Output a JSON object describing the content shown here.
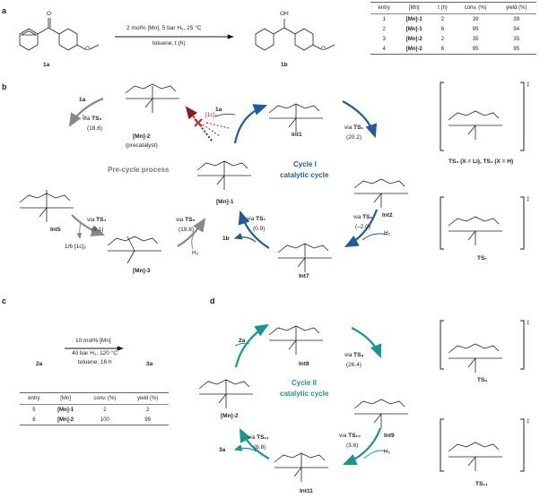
{
  "panel_a": {
    "label": "a",
    "reactant": {
      "label": "1a",
      "carbonyl": "O",
      "methoxy": "O"
    },
    "product": {
      "label": "1b",
      "hydroxyl": "OH",
      "methoxy": "O"
    },
    "conditions_top": "2 mol% [Mn], 5 bar H₂, 25 °C",
    "conditions_bottom": "toluene, t (h)",
    "table": {
      "headers": [
        "entry",
        "[Mn]",
        "t (h)",
        "conv. (%)",
        "yield (%)"
      ],
      "rows": [
        [
          "1",
          "[Mn]-1",
          "2",
          "39",
          "39"
        ],
        [
          "2",
          "[Mn]-1",
          "6",
          "95",
          "94"
        ],
        [
          "3",
          "[Mn]-2",
          "2",
          "35",
          "35"
        ],
        [
          "4",
          "[Mn]-2",
          "6",
          "95",
          "95"
        ]
      ]
    }
  },
  "panel_b": {
    "label": "b",
    "precycle_title": "Pre-cycle process",
    "cycle_title_1": "Cycle I",
    "cycle_title_2": "catalytic cycle",
    "species": {
      "mn2": "[Mn]-2",
      "mn2_note": "(precatalyst)",
      "int5": "Int5",
      "mn3": "[Mn]-3",
      "mn1": "[Mn]-1",
      "int1": "Int1",
      "int2": "Int2",
      "int7": "Int7"
    },
    "steps": {
      "ts3": {
        "via": "via",
        "ts": "TS₃",
        "energy": "(18.6)"
      },
      "ts4": {
        "via": "via",
        "ts": "TS₄",
        "energy": "(9.1)"
      },
      "ts5": {
        "via": "via",
        "ts": "TS₅",
        "energy": "(19.8)"
      },
      "ts1": {
        "via": "via",
        "ts": "TS₁",
        "energy": "(20.2)"
      },
      "ts6": {
        "via": "via",
        "ts": "TS₆",
        "energy": "(–2.0)"
      },
      "ts7": {
        "via": "via",
        "ts": "TS₇",
        "energy": "(0.9)"
      }
    },
    "reagents": {
      "sub_1a_left": "1a",
      "sub_1a_cycle": "1a",
      "h2_pre": "H₂",
      "h2_cycle": "H₂",
      "product_1b": "1b",
      "byproduct_frac": "1/6 [1c]₆",
      "blocked": "[1c]₆"
    },
    "ts_structures": {
      "ts3_ts1_caption": "TS₃ (X = Li), TS₁ (X = H)",
      "ts7_caption": "TS₇",
      "dagger": "‡"
    }
  },
  "panel_c": {
    "label": "c",
    "reactant": "2a",
    "product": "3a",
    "conditions_top": "10 mol% [Mn]",
    "conditions_mid": "40 bar H₂, 120 °C",
    "conditions_bottom": "toluene, 16 h",
    "table": {
      "headers": [
        "entry",
        "[Mn]",
        "conv. (%)",
        "yield (%)"
      ],
      "rows": [
        [
          "5",
          "[Mn]-1",
          "2",
          "2"
        ],
        [
          "6",
          "[Mn]-2",
          "100",
          "99"
        ]
      ]
    }
  },
  "panel_d": {
    "label": "d",
    "cycle_title_1": "Cycle II",
    "cycle_title_2": "catalytic cycle",
    "species": {
      "mn2": "[Mn]-2",
      "int8": "Int8",
      "int9": "Int9",
      "int11": "Int11"
    },
    "steps": {
      "ts8": {
        "via": "via",
        "ts": "TS₈",
        "energy": "(26.4)"
      },
      "ts10": {
        "via": "via",
        "ts": "TS₁₀",
        "energy": "(3.6)"
      },
      "ts11": {
        "via": "via",
        "ts": "TS₁₁",
        "energy": "(6.8)"
      }
    },
    "reagents": {
      "sub_2a": "2a",
      "h2": "H₂",
      "product_3a": "3a"
    },
    "ts_structures": {
      "ts8_caption": "TS₈",
      "ts11_caption": "TS₁₁",
      "dagger": "‡"
    }
  },
  "colors": {
    "cycle1": "#1f5c99",
    "cycle2": "#1a9590",
    "precycle": "#888888",
    "hydride_blue": "#1a3ccf",
    "proton_red": "#a52a2a",
    "blocked_red": "#8b1a1a"
  }
}
